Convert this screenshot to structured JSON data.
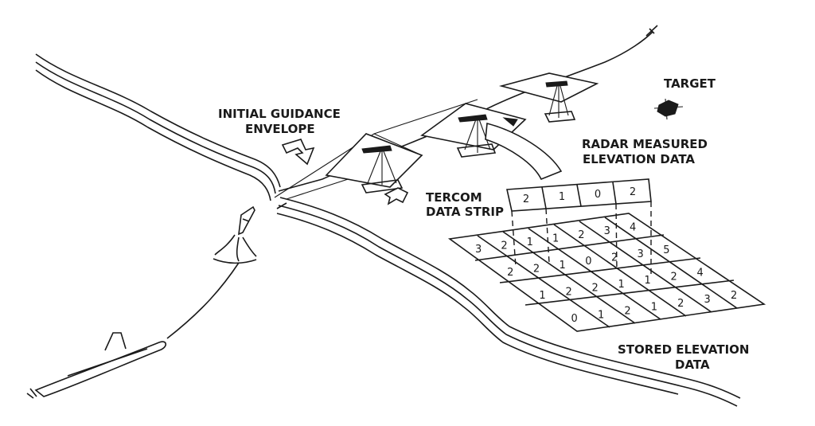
{
  "labels": {
    "initial_guidance_line1": "INITIAL GUIDANCE",
    "initial_guidance_line2": "ENVELOPE",
    "target": "TARGET",
    "radar_line1": "RADAR MEASURED",
    "radar_line2": "ELEVATION DATA",
    "tercom_line1": "TERCOM",
    "tercom_line2": "DATA STRIP",
    "stored_line1": "STORED ELEVATION",
    "stored_line2": "DATA"
  },
  "radar_measured": [
    "2",
    "1",
    "0",
    "2"
  ],
  "stored_grid": [
    [
      "3",
      "2",
      "1",
      "1",
      "2",
      "3",
      "4"
    ],
    [
      "2",
      "2",
      "1",
      "0",
      "2",
      "3",
      "5"
    ],
    [
      "1",
      "2",
      "2",
      "1",
      "1",
      "2",
      "4"
    ],
    [
      "0",
      "1",
      "2",
      "1",
      "2",
      "3",
      "2"
    ]
  ]
}
